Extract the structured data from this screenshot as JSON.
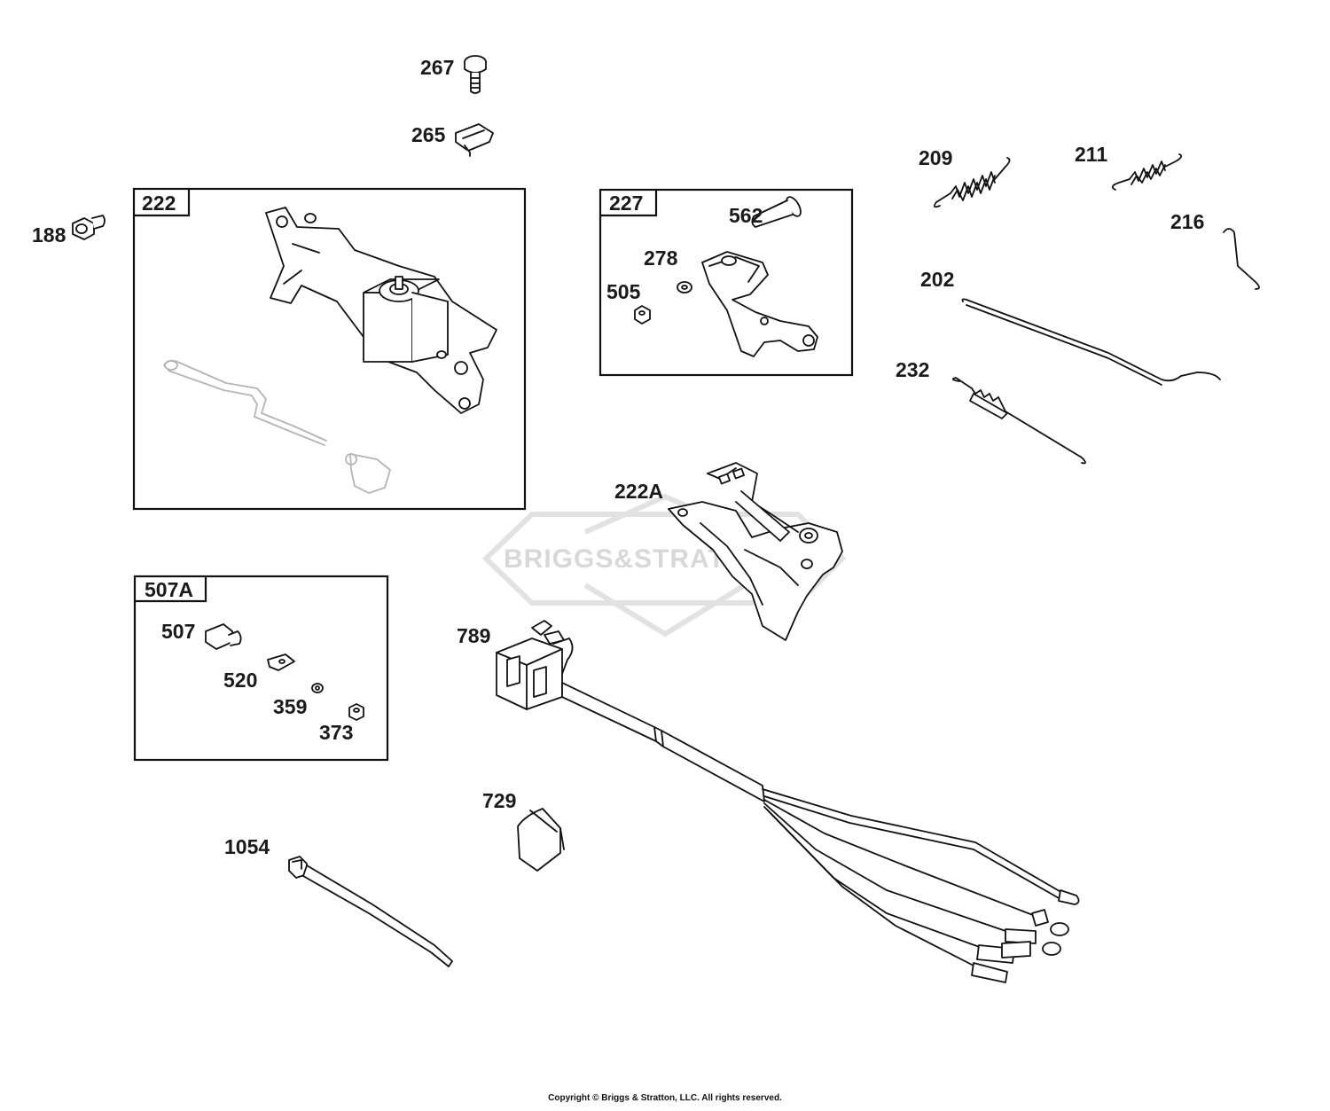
{
  "diagram": {
    "watermark": "BRIGGS&STRATTON",
    "copyright": "Copyright © Briggs & Stratton, LLC. All rights reserved.",
    "labels": {
      "p267": "267",
      "p265": "265",
      "p188": "188",
      "p209": "209",
      "p211": "211",
      "p216": "216",
      "p202": "202",
      "p232": "232",
      "p222A": "222A",
      "p789": "789",
      "p729": "729",
      "p1054": "1054"
    },
    "boxes": {
      "b222": {
        "title": "222"
      },
      "b227": {
        "title": "227",
        "labels": {
          "p562": "562",
          "p278": "278",
          "p505": "505"
        }
      },
      "b507A": {
        "title": "507A",
        "labels": {
          "p507": "507",
          "p520": "520",
          "p359": "359",
          "p373": "373"
        }
      }
    }
  }
}
